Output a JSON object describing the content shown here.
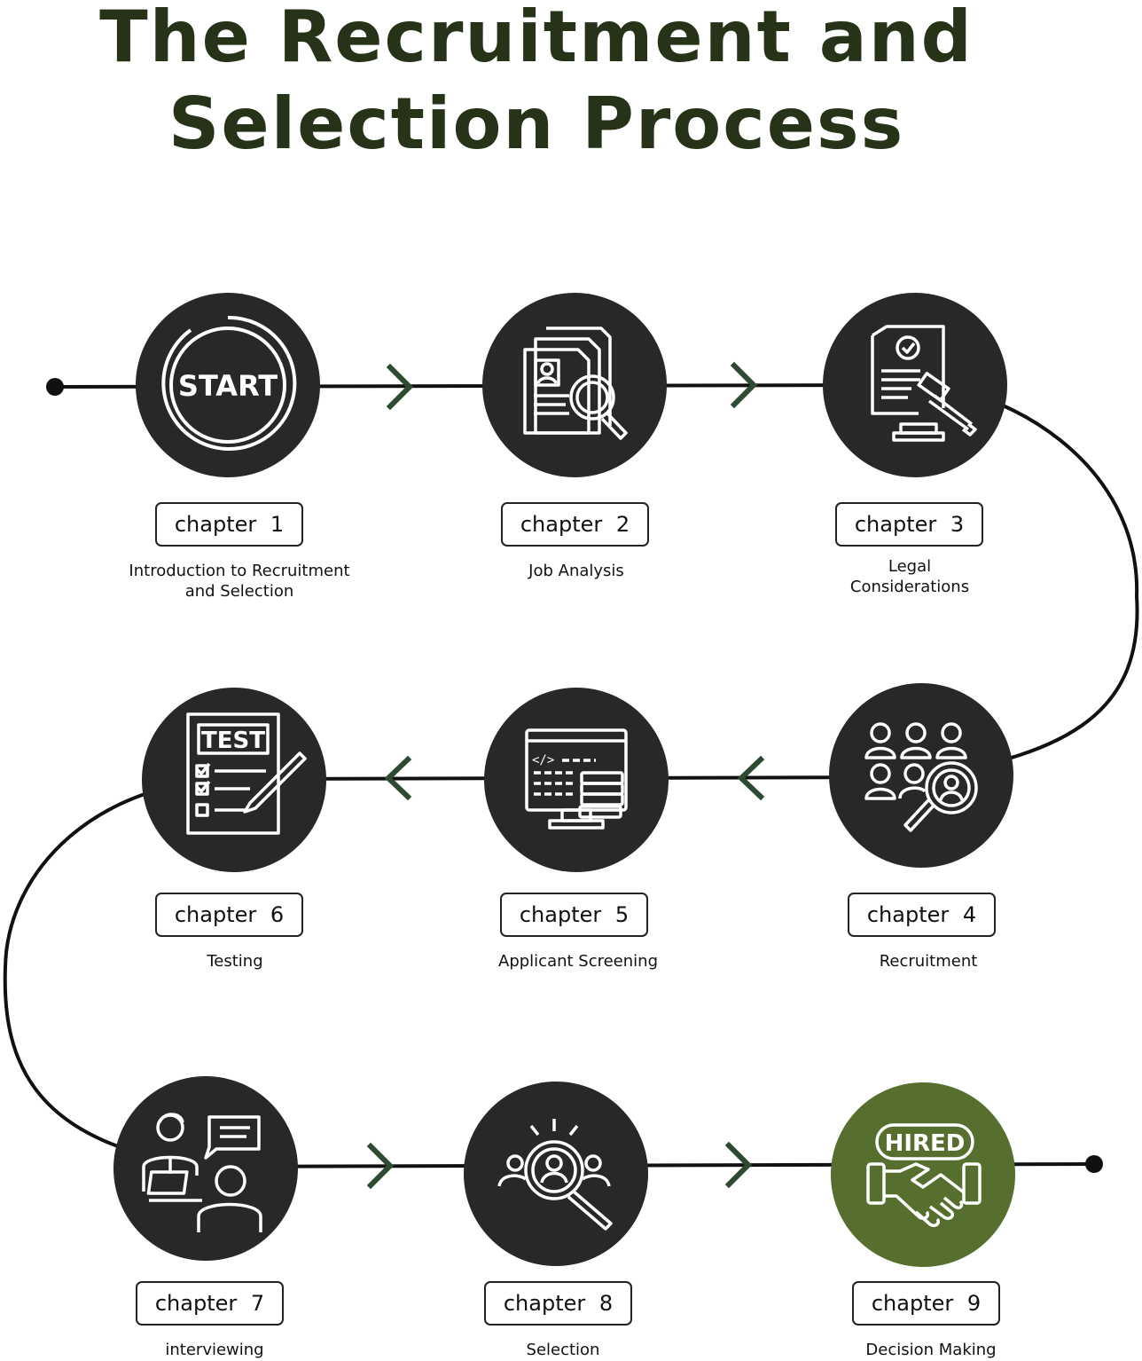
{
  "title": {
    "line1": "The Recruitment and",
    "line2": "Selection Process"
  },
  "colors": {
    "title": "#263318",
    "node": "#282828",
    "final_node": "#566f2e",
    "arrow": "#2f4a33",
    "line": "#111111"
  },
  "chapters": [
    {
      "label": "chapter 1",
      "name": "Introduction to Recruitment\nand Selection",
      "icon": "start-icon",
      "icon_text": "START"
    },
    {
      "label": "chapter 2",
      "name": "Job Analysis",
      "icon": "document-search-icon"
    },
    {
      "label": "chapter 3",
      "name": "Legal\nConsiderations",
      "icon": "legal-gavel-icon"
    },
    {
      "label": "chapter 4",
      "name": "Recruitment",
      "icon": "people-search-icon"
    },
    {
      "label": "chapter 5",
      "name": "Applicant Screening",
      "icon": "computer-database-icon"
    },
    {
      "label": "chapter 6",
      "name": "Testing",
      "icon": "test-sheet-icon",
      "icon_text": "TEST"
    },
    {
      "label": "chapter 7",
      "name": "interviewing",
      "icon": "interview-icon"
    },
    {
      "label": "chapter 8",
      "name": "Selection",
      "icon": "selection-magnifier-icon"
    },
    {
      "label": "chapter 9",
      "name": "Decision Making",
      "icon": "hired-handshake-icon",
      "icon_text": "HIRED"
    }
  ]
}
